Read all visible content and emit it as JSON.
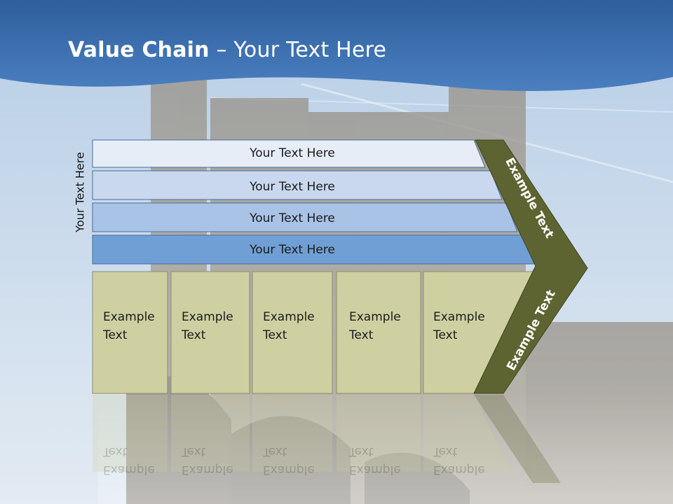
{
  "title": {
    "bold": "Value Chain",
    "rest": " – Your Text Here"
  },
  "side_label": "Your Text Here",
  "rows": [
    {
      "label": "Your Text Here",
      "color": "#e6edf7"
    },
    {
      "label": "Your Text Here",
      "color": "#c9d8ee"
    },
    {
      "label": "Your Text Here",
      "color": "#a9c3e6"
    },
    {
      "label": "Your Text Here",
      "color": "#6f9fd4"
    }
  ],
  "cells": [
    {
      "label": "Example Text"
    },
    {
      "label": "Example Text"
    },
    {
      "label": "Example Text"
    },
    {
      "label": "Example Text"
    },
    {
      "label": "Example Text"
    }
  ],
  "chevron_labels": [
    "Example Text",
    "Example Text"
  ],
  "colors": {
    "header": "#3f72b3",
    "sky_top": "#b9cfe6",
    "sky_bottom": "#dbe6f1",
    "building": "#8f8a80",
    "cell": "#cfd0a2",
    "chevron": "#5e6431"
  }
}
